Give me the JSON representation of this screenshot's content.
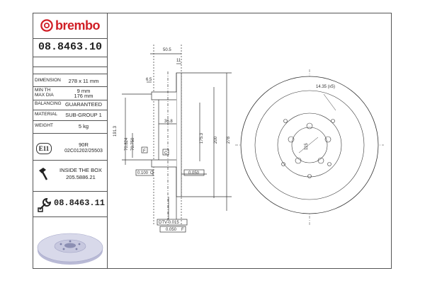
{
  "brand": {
    "name": "brembo",
    "color": "#d01f26",
    "logo_icon": "brembo-logo-icon"
  },
  "part_number": "08.8463.10",
  "specs": [
    {
      "key": "DIMENSION",
      "value": "278 x 11 mm"
    },
    {
      "key": "MIN TH",
      "value": "9 mm"
    },
    {
      "key": "MAX DIA",
      "value": "176 mm"
    },
    {
      "key": "BALANCING",
      "value": "GUARANTEED"
    },
    {
      "key": "MATERIAL",
      "value": "SUB-GROUP 1"
    },
    {
      "key": "WEIGHT",
      "value": "5 kg"
    }
  ],
  "certification": {
    "badge": "E11",
    "line1": "90R",
    "line2": "02C01202/25503"
  },
  "inside_box": {
    "icon": "screw-icon",
    "line1": "INSIDE THE BOX",
    "line2": "205.5886.21"
  },
  "alternative": {
    "icon": "wrench-icon",
    "code": "08.8463.11"
  },
  "drawing": {
    "section_dims": {
      "width_total": "50.5",
      "thickness": "11",
      "hat_offset": "6.5",
      "inner_depth": "36.8",
      "d_191": "191.3",
      "d_70_824": "70.824",
      "d_70_750": "70.750",
      "d_175": "175.3",
      "d_200": "200",
      "d_278": "278",
      "runout": "0.100",
      "runout_ref": "C",
      "parallel": "0.050",
      "datum_f": "F",
      "datum_c": "C",
      "dtv": "DTV 0.015",
      "flat": "0.050",
      "flat_ref": "F"
    },
    "face_dims": {
      "holes": "14.35 (x5)",
      "pcd": "115"
    }
  }
}
